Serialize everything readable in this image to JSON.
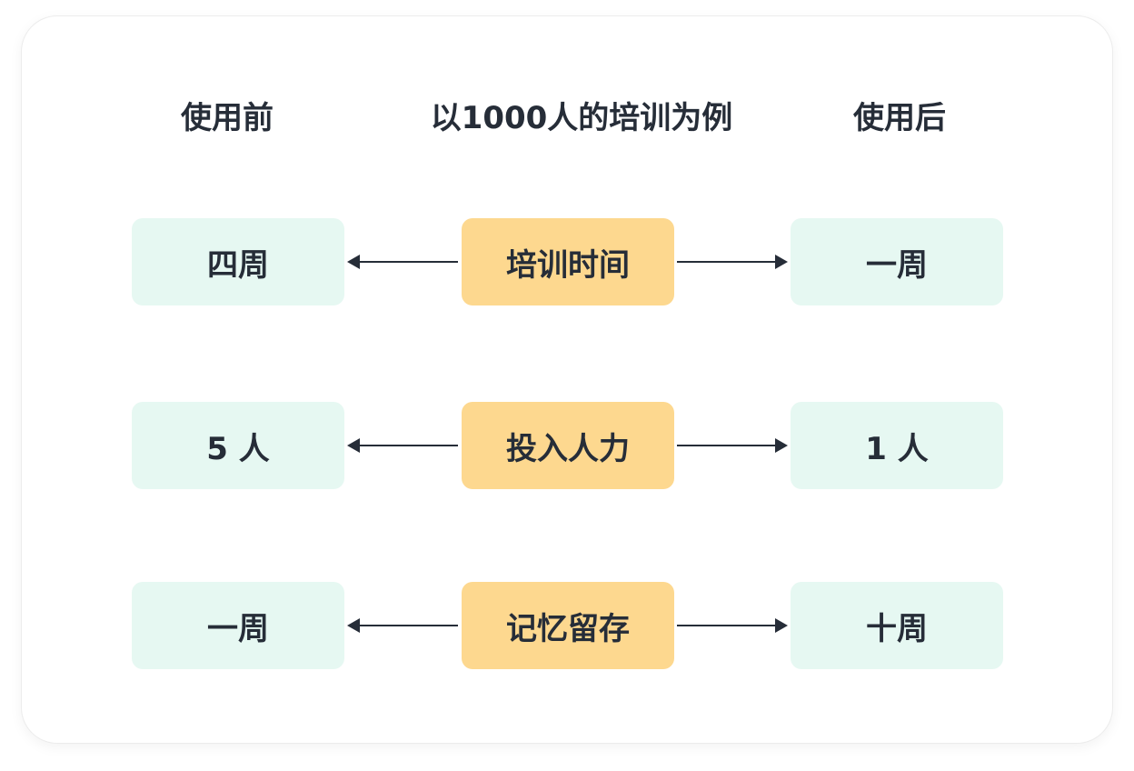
{
  "headers": {
    "before": "使用前",
    "center": "以1000人的培训为例",
    "after": "使用后"
  },
  "rows": [
    {
      "metric": "培训时间",
      "before": "四周",
      "after": "一周"
    },
    {
      "metric": "投入人力",
      "before": "5 人",
      "after": "1 人"
    },
    {
      "metric": "记忆留存",
      "before": "一周",
      "after": "十周"
    }
  ],
  "colors": {
    "side_box": "#e6f8f2",
    "metric_box": "#fdd88f",
    "text": "#262d38"
  }
}
